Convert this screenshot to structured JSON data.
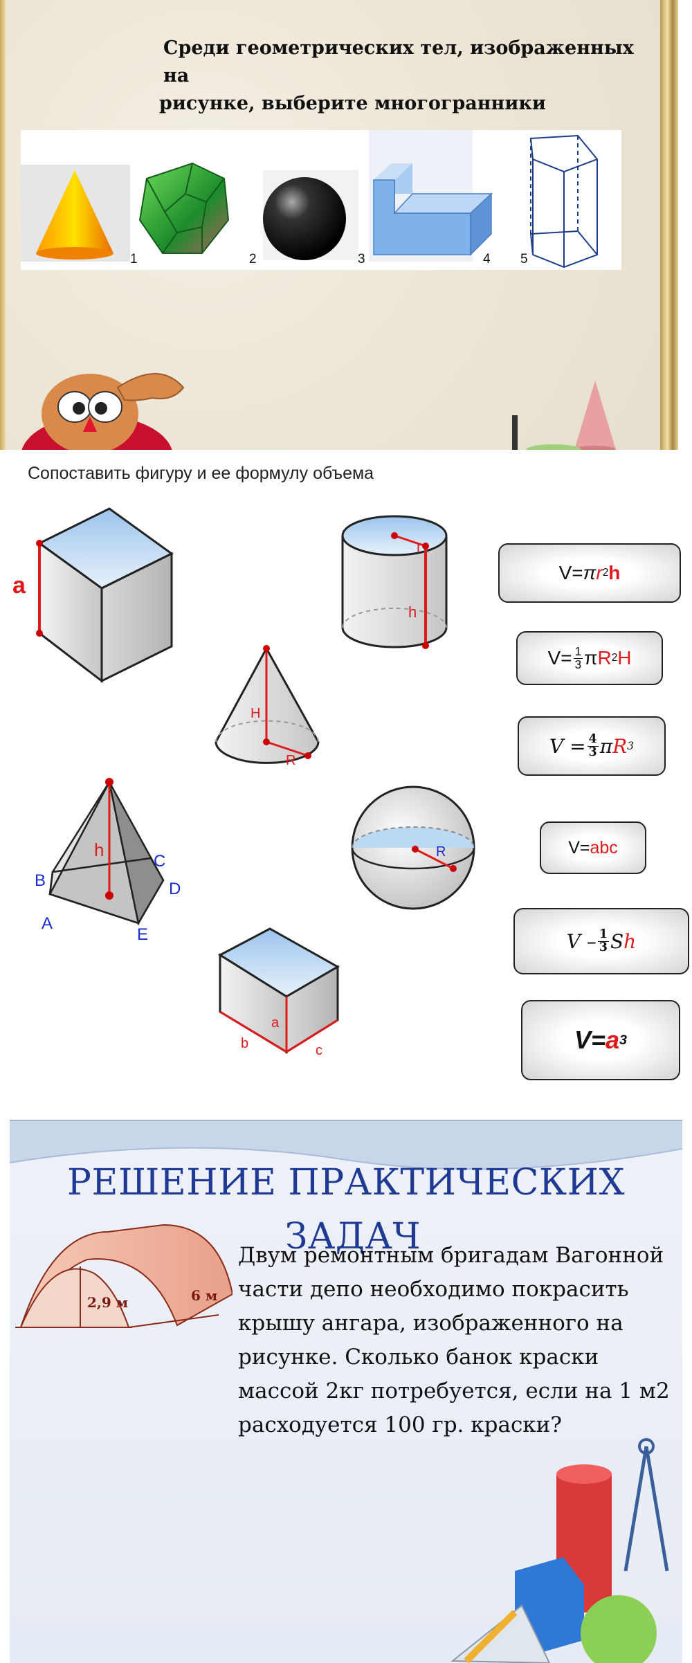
{
  "slide1": {
    "title_line1": "Среди геометрических тел, изображенных на",
    "title_line2": "рисунке, выберите многогранники",
    "figure_numbers": [
      "1",
      "2",
      "3",
      "4",
      "5"
    ]
  },
  "slide2": {
    "instruction": "Сопоставить фигуру и ее формулу объема",
    "cube_label": "a",
    "cylinder_labels": {
      "radius": "r",
      "height": "h"
    },
    "cone_labels": {
      "height": "H",
      "radius": "R"
    },
    "sphere_label": "R",
    "pyramid_labels": {
      "apex_height": "h",
      "A": "A",
      "B": "B",
      "C": "C",
      "D": "D",
      "E": "E"
    },
    "box_labels": {
      "a": "a",
      "b": "b",
      "c": "c"
    },
    "formulas": {
      "f1": {
        "left": "V=",
        "pi": "π",
        "r": "r",
        "exp": "2",
        "h": "h"
      },
      "f2": {
        "left": "V=",
        "num": "1",
        "den": "3",
        "pi": "π",
        "R": "R",
        "exp": "2",
        "H": "H"
      },
      "f3": {
        "left": "V =",
        "num": "4",
        "den": "3",
        "pi": "π",
        "R": "R",
        "exp": "3"
      },
      "f4": {
        "left": "V=",
        "abc": "abc"
      },
      "f5": {
        "left": "V –",
        "num": "1",
        "den": "3",
        "S": "S",
        "h": "h"
      },
      "f6": {
        "left": "V=",
        "a": "a",
        "exp": "3"
      }
    }
  },
  "slide3": {
    "heading_line1": "РЕШЕНИЕ ПРАКТИЧЕСКИХ",
    "heading_line2": "ЗАДАЧ",
    "task_text": "Двум ремонтным бригадам Вагонной части депо  необходимо покрасить крышу ангара, изображенного на рисунке. Сколько банок краски массой 2кг потребуется, если на 1 м2 расходуется 100 гр. краски?",
    "hangar_height": "2,9 м",
    "hangar_length": "6 м"
  },
  "colors": {
    "heading_blue": "#1f3a93",
    "label_red": "#e01a1a",
    "label_blue": "#1a2ccc"
  }
}
